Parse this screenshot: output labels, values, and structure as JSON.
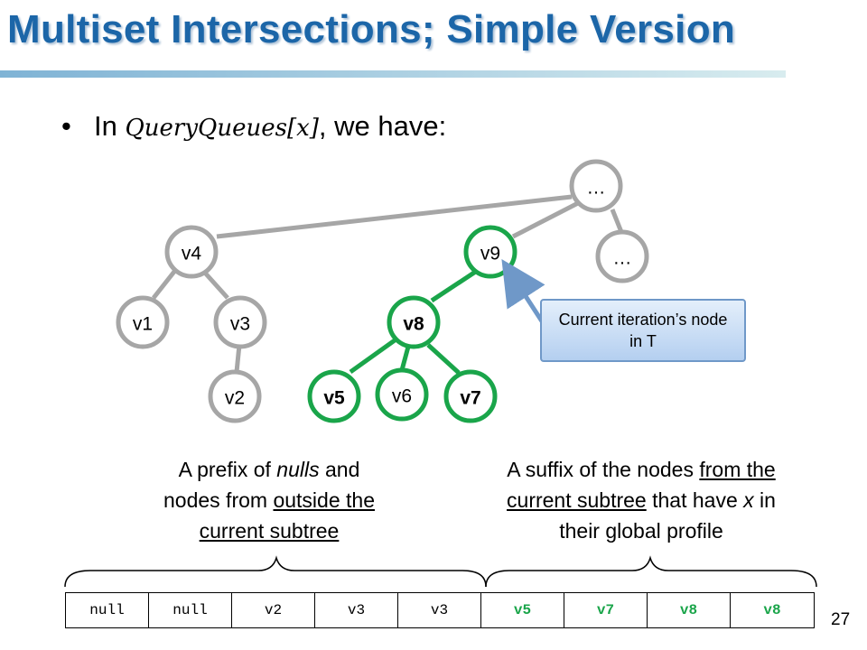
{
  "slide": {
    "title": "Multiset Intersections; Simple Version",
    "page_number": "27"
  },
  "bullet": {
    "dot": "•",
    "prefix": "In",
    "math": "QueryQueues[x]",
    "suffix": ", we have:"
  },
  "tree": {
    "nodes": {
      "root": "…",
      "v4": "v4",
      "v9": "v9",
      "dots": "…",
      "v1": "v1",
      "v3": "v3",
      "v2": "v2",
      "v8": "v8",
      "v5": "v5",
      "v6": "v6",
      "v7": "v7"
    },
    "callout": "Current iteration’s node in T",
    "colors": {
      "gray": "#a6a6a6",
      "green": "#1aa54a",
      "arrow": "#6f98c8"
    }
  },
  "descriptions": {
    "left": {
      "line1_a": "A prefix of ",
      "line1_em": "nulls",
      "line1_b": " and",
      "line2_a": "nodes from ",
      "line2_u": "outside the",
      "line3_u": "current subtree"
    },
    "right": {
      "line1_a": "A suffix of the nodes ",
      "line1_u": "from the",
      "line2_u": "current subtree",
      "line2_b": " that have ",
      "line2_em": "x",
      "line2_c": " in",
      "line3": "their global profile"
    }
  },
  "array": {
    "cells": [
      "null",
      "null",
      "v2",
      "v3",
      "v3",
      "v5",
      "v7",
      "v8",
      "v8"
    ]
  }
}
